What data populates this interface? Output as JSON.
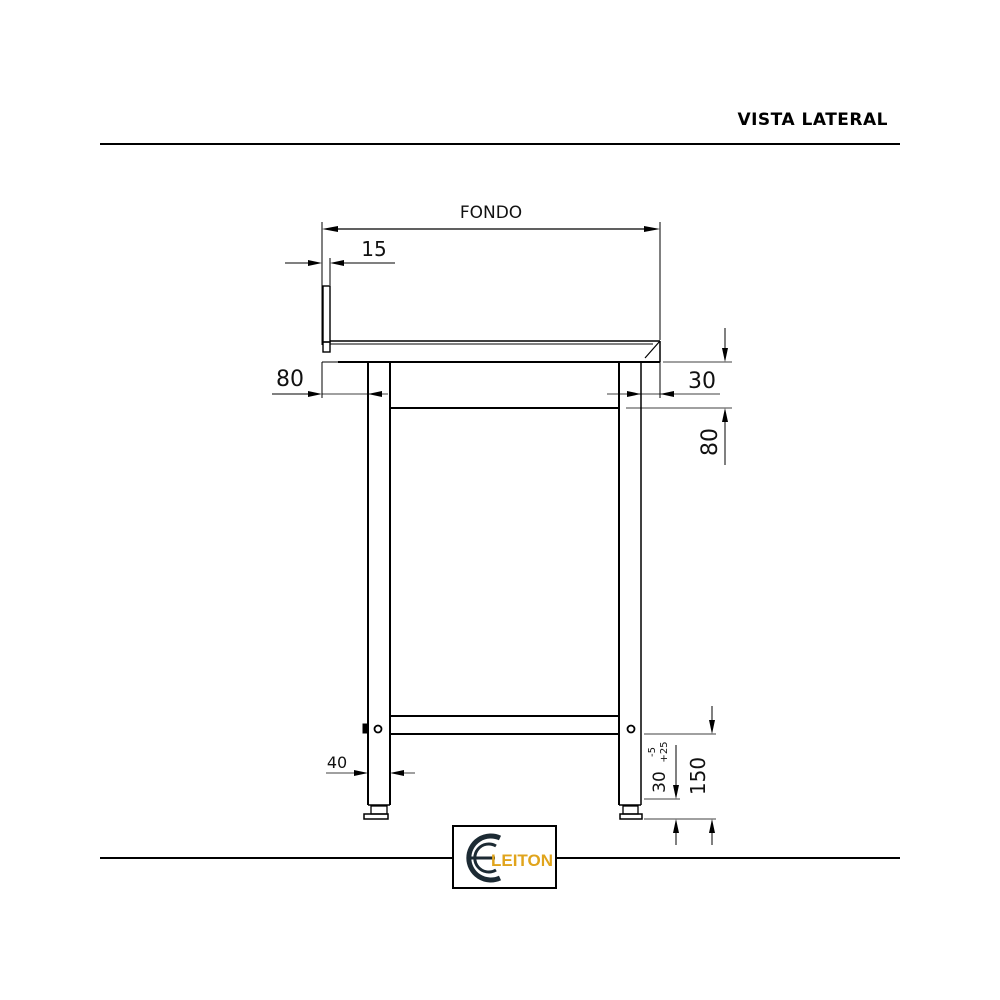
{
  "header": {
    "title": "VISTA LATERAL"
  },
  "dimensions": {
    "depth_label": "FONDO",
    "backsplash_thickness": "15",
    "left_overhang": "80",
    "right_overhang": "30",
    "frame_height": "80",
    "leg_width": "40",
    "foot_adjust_base": "30",
    "foot_adjust_tol_upper": "-5",
    "foot_adjust_tol_lower": "+25",
    "shelf_height": "150"
  },
  "logo": {
    "text": "LEITON",
    "accent_color": "#e0a41c",
    "mark_color": "#1c2a33"
  },
  "colors": {
    "line": "#000000",
    "background": "#ffffff"
  }
}
